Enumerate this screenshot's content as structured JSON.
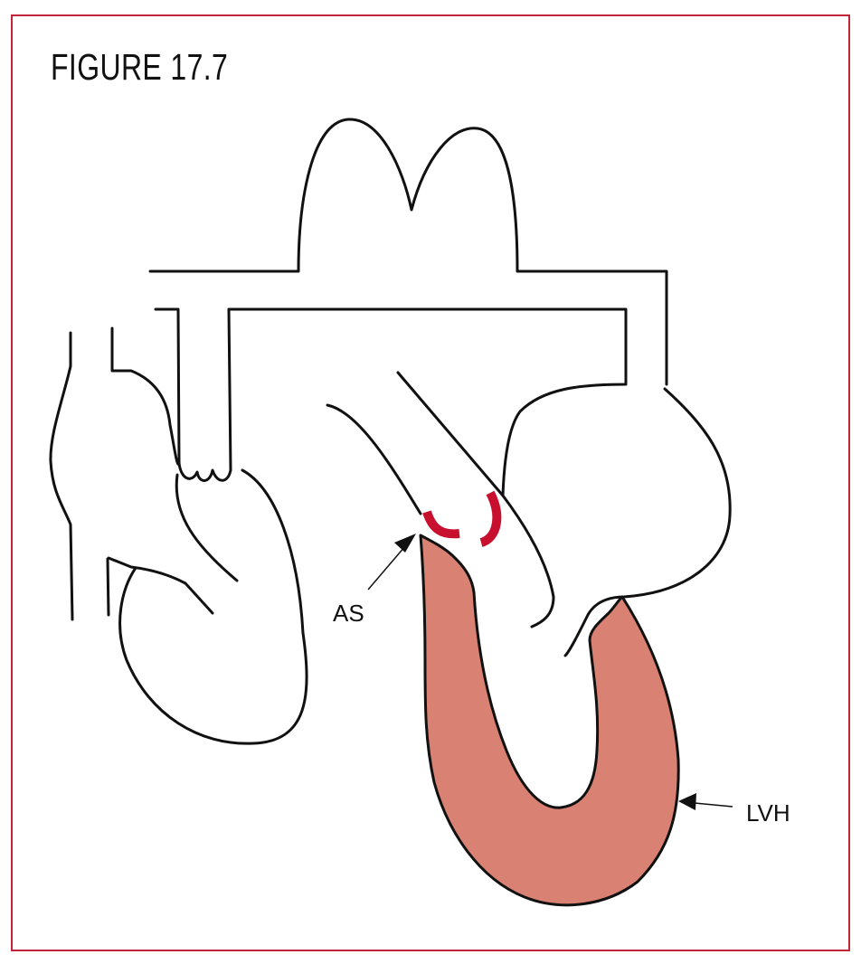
{
  "figure": {
    "title": "FIGURE 17.7"
  },
  "labels": {
    "aortic_stenosis": "AS",
    "lv_hypertrophy": "LVH"
  },
  "colors": {
    "frame_border": "#c3243a",
    "valve_stenosis": "#c8102e",
    "hypertrophied_wall": "#d98273",
    "outline": "#111111"
  }
}
